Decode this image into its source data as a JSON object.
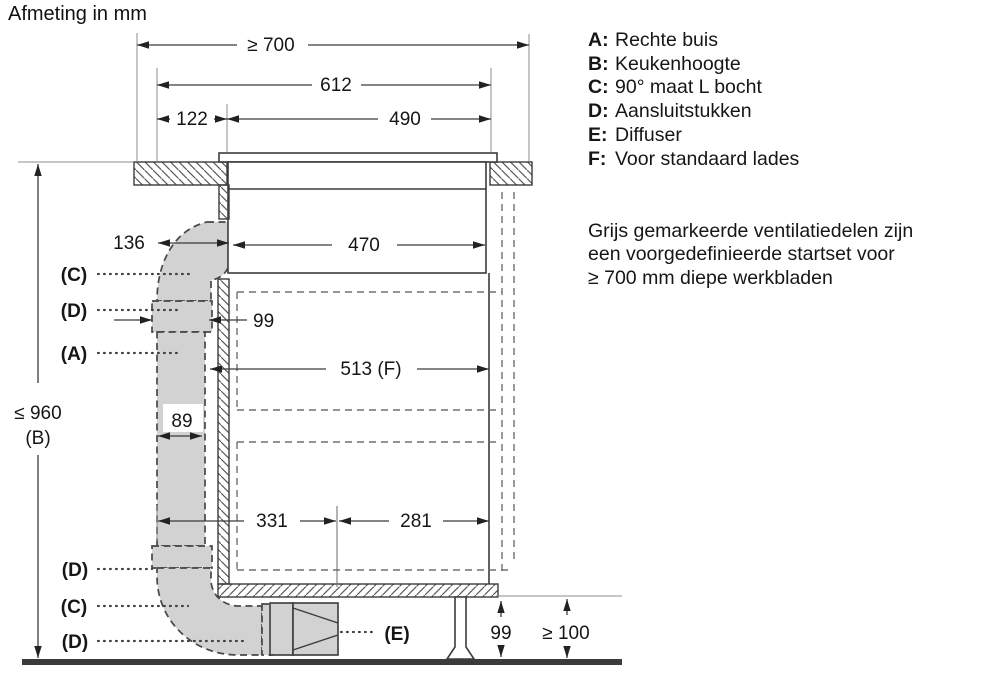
{
  "title": "Afmeting in mm",
  "legend": {
    "items": [
      {
        "key": "A:",
        "label": "Rechte buis"
      },
      {
        "key": "B:",
        "label": "Keukenhoogte"
      },
      {
        "key": "C:",
        "label": "90° maat L bocht"
      },
      {
        "key": "D:",
        "label": "Aansluitstukken"
      },
      {
        "key": "E:",
        "label": "Diffuser"
      },
      {
        "key": "F:",
        "label": "Voor standaard lades"
      }
    ]
  },
  "note": {
    "lines": [
      "Grijs gemarkeerde ventilatiedelen zijn",
      "een voorgedefinieerde startset voor",
      "≥ 700 mm diepe werkbladen"
    ]
  },
  "dimensions": {
    "total_depth": "≥ 700",
    "unit_depth": "612",
    "rear_offset": "122",
    "front_width": "490",
    "elbow_depth": "136",
    "duct_port_width": "99",
    "hob_width": "470",
    "drawer_depth": "513 (F)",
    "duct_width": "89",
    "bottom_rear": "331",
    "bottom_front": "281",
    "height_value": "≤ 960",
    "height_key": "(B)",
    "outlet_height": "99",
    "floor_clearance": "≥ 100"
  },
  "part_labels": {
    "elbow_top": "(C)",
    "connector_top": "(D)",
    "straight_duct": "(A)",
    "connector_bottom": "(D)",
    "elbow_bottom": "(C)",
    "connector_outlet": "(D)",
    "diffuser": "(E)"
  },
  "colors": {
    "startset_fill": "#d2d2d2",
    "line": "#3b3b3b",
    "background": "#ffffff"
  }
}
